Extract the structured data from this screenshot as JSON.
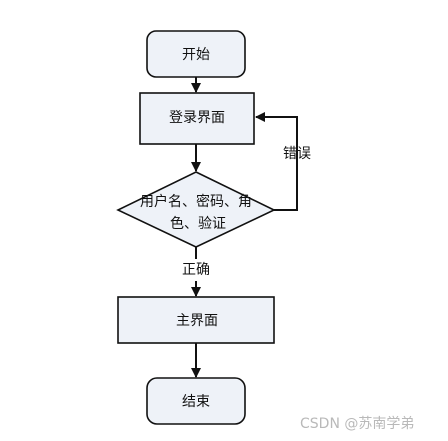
{
  "flowchart": {
    "nodes": {
      "start": {
        "label": "开始"
      },
      "login": {
        "label": "登录界面"
      },
      "decision": {
        "line1": "用户名、密码、角",
        "line2": "色、验证"
      },
      "main": {
        "label": "主界面"
      },
      "end": {
        "label": "结束"
      }
    },
    "edges": {
      "error": {
        "label": "错误"
      },
      "correct": {
        "label": "正确"
      }
    }
  },
  "watermark": {
    "text": "CSDN @苏南学弟"
  },
  "colors": {
    "box_fill": "#eef2f8",
    "stroke": "#111111",
    "text": "#111111",
    "watermark": "#b9b9b9"
  }
}
